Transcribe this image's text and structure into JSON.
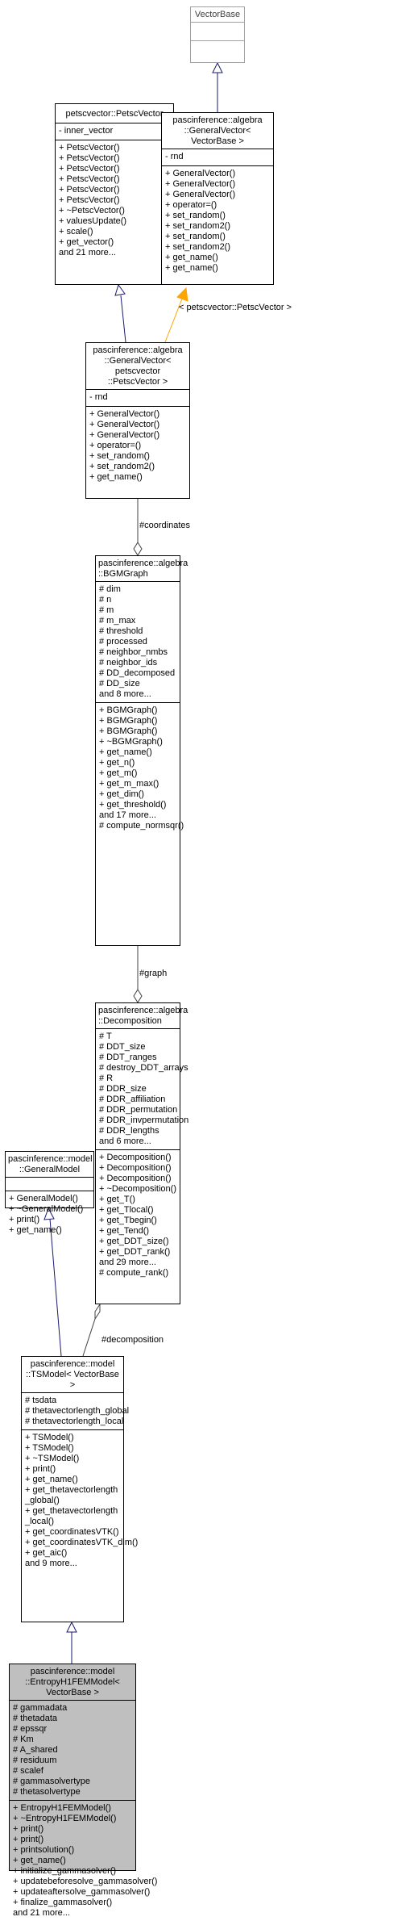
{
  "nodes": {
    "vectorbase": {
      "title": "VectorBase",
      "attributes": [],
      "methods": []
    },
    "petscvector": {
      "title": "petscvector::PetscVector",
      "attributes": [
        "- inner_vector"
      ],
      "methods": [
        "+ PetscVector()",
        "+ PetscVector()",
        "+ PetscVector()",
        "+ PetscVector()",
        "+ PetscVector()",
        "+ PetscVector()",
        "+ ~PetscVector()",
        "+ valuesUpdate()",
        "+ scale()",
        "+ get_vector()",
        "and 21 more..."
      ]
    },
    "gv_vectorbase": {
      "title": "pascinference::algebra\n::GeneralVector< VectorBase >",
      "attributes": [
        "- rnd"
      ],
      "methods": [
        "+ GeneralVector()",
        "+ GeneralVector()",
        "+ GeneralVector()",
        "+ operator=()",
        "+ set_random()",
        "+ set_random2()",
        "+ set_random()",
        "+ set_random2()",
        "+ get_name()",
        "+ get_name()"
      ]
    },
    "gv_petsc": {
      "title": "pascinference::algebra\n::GeneralVector< petscvector\n::PetscVector >",
      "attributes": [
        "- rnd"
      ],
      "methods": [
        "+ GeneralVector()",
        "+ GeneralVector()",
        "+ GeneralVector()",
        "+ operator=()",
        "+ set_random()",
        "+ set_random2()",
        "+ get_name()"
      ]
    },
    "bgmgraph": {
      "title": "pascinference::algebra\n::BGMGraph",
      "attributes": [
        "# dim",
        "# n",
        "# m",
        "# m_max",
        "# threshold",
        "# processed",
        "# neighbor_nmbs",
        "# neighbor_ids",
        "# DD_decomposed",
        "# DD_size",
        "and 8 more..."
      ],
      "methods": [
        "+ BGMGraph()",
        "+ BGMGraph()",
        "+ BGMGraph()",
        "+ ~BGMGraph()",
        "+ get_name()",
        "+ get_n()",
        "+ get_m()",
        "+ get_m_max()",
        "+ get_dim()",
        "+ get_threshold()",
        "and 17 more...",
        "# compute_normsqr()"
      ]
    },
    "decomposition": {
      "title": "pascinference::algebra\n::Decomposition",
      "attributes": [
        "# T",
        "# DDT_size",
        "# DDT_ranges",
        "# destroy_DDT_arrays",
        "# R",
        "# DDR_size",
        "# DDR_affiliation",
        "# DDR_permutation",
        "# DDR_invpermutation",
        "# DDR_lengths",
        "and 6 more..."
      ],
      "methods": [
        "+ Decomposition()",
        "+ Decomposition()",
        "+ Decomposition()",
        "+ ~Decomposition()",
        "+ get_T()",
        "+ get_Tlocal()",
        "+ get_Tbegin()",
        "+ get_Tend()",
        "+ get_DDT_size()",
        "+ get_DDT_rank()",
        "and 29 more...",
        "# compute_rank()"
      ]
    },
    "generalmodel": {
      "title": "pascinference::model\n::GeneralModel",
      "attributes": [],
      "methods": [
        "+ GeneralModel()",
        "+ ~GeneralModel()",
        "+ print()",
        "+ get_name()"
      ]
    },
    "tsmodel": {
      "title": "pascinference::model\n::TSModel< VectorBase >",
      "attributes": [
        "# tsdata",
        "# thetavectorlength_global",
        "# thetavectorlength_local"
      ],
      "methods": [
        "+ TSModel()",
        "+ TSModel()",
        "+ ~TSModel()",
        "+ print()",
        "+ get_name()",
        "+ get_thetavectorlength",
        "_global()",
        "+ get_thetavectorlength",
        "_local()",
        "+ get_coordinatesVTK()",
        "+ get_coordinatesVTK_dim()",
        "+ get_aic()",
        "and 9 more..."
      ]
    },
    "entropy": {
      "title": "pascinference::model\n::EntropyH1FEMModel<\n VectorBase >",
      "attributes": [
        "# gammadata",
        "# thetadata",
        "# epssqr",
        "# Km",
        "# A_shared",
        "# residuum",
        "# scalef",
        "# gammasolvertype",
        "# thetasolvertype"
      ],
      "methods": [
        "+ EntropyH1FEMModel()",
        "+ ~EntropyH1FEMModel()",
        "+ print()",
        "+ print()",
        "+ printsolution()",
        "+ get_name()",
        "+ initialize_gammasolver()",
        "+ updatebeforesolve_gammasolver()",
        "+ updateaftersolve_gammasolver()",
        "+ finalize_gammasolver()",
        "and 21 more..."
      ]
    }
  },
  "edge_labels": {
    "template_arg": "< petscvector::PetscVector >",
    "coordinates": "#coordinates",
    "graph": "#graph",
    "decomposition": "#decomposition"
  },
  "colors": {
    "inheritance": "#191970",
    "template": "#ffa500",
    "composition": "#404040",
    "highlight": "#bfbfbf"
  }
}
